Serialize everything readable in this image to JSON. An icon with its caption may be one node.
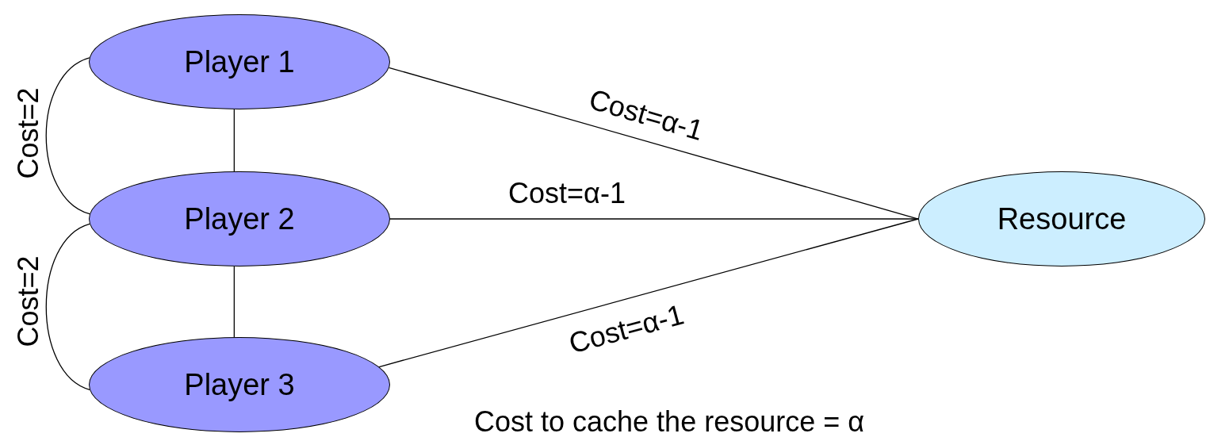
{
  "diagram": {
    "nodes": [
      {
        "text": [
          "Player 1"
        ]
      },
      {
        "text": [
          "Player 2"
        ]
      },
      {
        "text": [
          "Player 3"
        ]
      },
      {
        "text": [
          "Resource"
        ]
      }
    ],
    "edges": [
      {
        "from": 0,
        "to": 1,
        "arrow": "none",
        "label": "Cost=2"
      },
      {
        "from": 0,
        "to": 1,
        "arrow": "none"
      },
      {
        "from": 1,
        "to": 2,
        "arrow": "none"
      },
      {
        "from": 1,
        "to": 2,
        "arrow": "none",
        "label": "Cost=2"
      },
      {
        "from": 0,
        "to": 3,
        "arrow": "none",
        "label": "Cost=α-1"
      },
      {
        "from": 1,
        "to": 3,
        "arrow": "none",
        "label": "Cost=α-1"
      },
      {
        "from": 2,
        "to": 3,
        "arrow": "none",
        "label": "Cost=α-1"
      }
    ],
    "labels": [
      "Cost to cache the resource = α"
    ]
  }
}
